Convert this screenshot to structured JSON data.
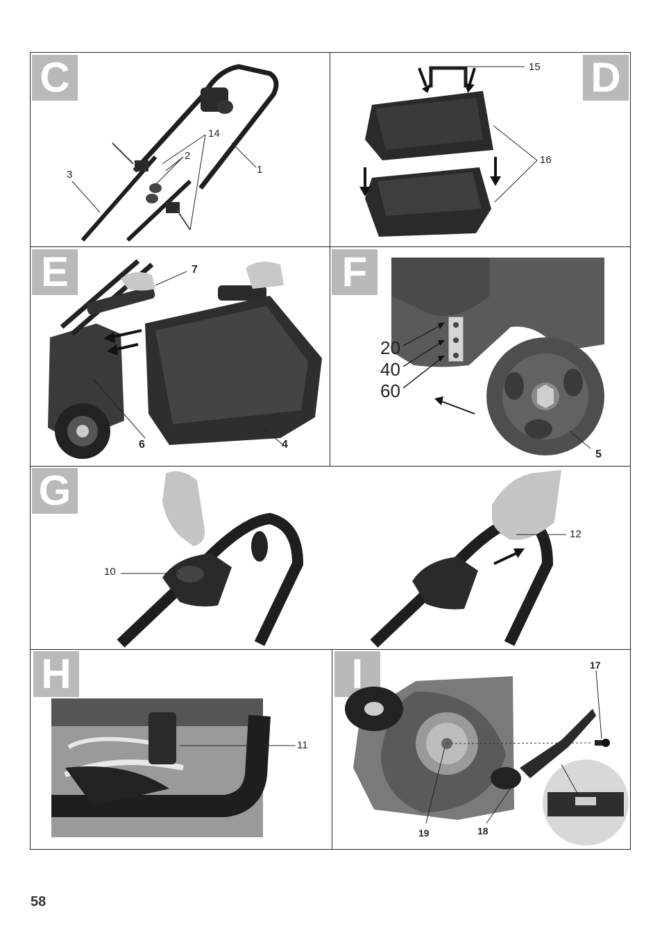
{
  "page_number": "58",
  "panels": {
    "C": {
      "letter": "C",
      "labels": [
        "14",
        "2",
        "3",
        "1"
      ]
    },
    "D": {
      "letter": "D",
      "labels": [
        "15",
        "16"
      ]
    },
    "E": {
      "letter": "E",
      "labels": [
        "7",
        "6",
        "4"
      ]
    },
    "F": {
      "letter": "F",
      "labels": [
        "20",
        "40",
        "60",
        "5"
      ]
    },
    "G": {
      "letter": "G",
      "labels": [
        "10",
        "12"
      ]
    },
    "H": {
      "letter": "H",
      "labels": [
        "11"
      ]
    },
    "I": {
      "letter": "I",
      "labels": [
        "17",
        "19",
        "18"
      ]
    }
  },
  "colors": {
    "frame": "#222222",
    "letter_box": "#b9b9b9",
    "product_dark": "#2a2a2a",
    "product_grey": "#555555"
  }
}
